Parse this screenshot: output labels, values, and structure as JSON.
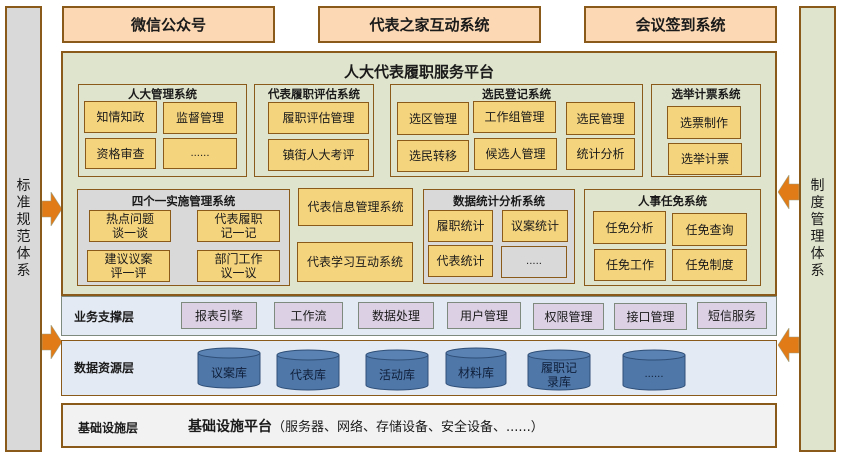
{
  "left_panel": {
    "label": "标准规范体系"
  },
  "right_panel": {
    "label": "制度管理体系"
  },
  "top_channels": [
    {
      "label": "微信公众号"
    },
    {
      "label": "代表之家互动系统"
    },
    {
      "label": "会议签到系统"
    }
  ],
  "platform": {
    "title": "人大代表履职服务平台",
    "systems": {
      "npc_mgmt": {
        "title": "人大管理系统",
        "items": [
          "知情知政",
          "监督管理",
          "资格审查",
          "......"
        ]
      },
      "duty_eval": {
        "title": "代表履职评估系统",
        "items": [
          "履职评估管理",
          "镇街人大考评"
        ]
      },
      "voter_reg": {
        "title": "选民登记系统",
        "items": [
          "选区管理",
          "工作组管理",
          "选民管理",
          "选民转移",
          "候选人管理",
          "统计分析"
        ]
      },
      "vote_count": {
        "title": "选举计票系统",
        "items": [
          "选票制作",
          "选举计票"
        ]
      },
      "four_one": {
        "title": "四个一实施管理系统",
        "items": [
          "热点问题\n谈一谈",
          "代表履职\n记一记",
          "建议议案\n评一评",
          "部门工作\n议一议"
        ]
      },
      "rep_info": {
        "title": "代表信息管理系统"
      },
      "rep_learn": {
        "title": "代表学习互动系统"
      },
      "data_stats": {
        "title": "数据统计分析系统",
        "items": [
          "履职统计",
          "议案统计",
          "代表统计",
          "....."
        ]
      },
      "personnel": {
        "title": "人事任免系统",
        "items": [
          "任免分析",
          "任免查询",
          "任免工作",
          "任免制度"
        ]
      }
    }
  },
  "business_layer": {
    "label": "业务支撑层",
    "services": [
      "报表引擎",
      "工作流",
      "数据处理",
      "用户管理",
      "权限管理",
      "接口管理",
      "短信服务"
    ]
  },
  "data_layer": {
    "label": "数据资源层",
    "databases": [
      "议案库",
      "代表库",
      "活动库",
      "材料库",
      "履职记\n录库",
      "......"
    ]
  },
  "infra_layer": {
    "label": "基础设施层",
    "platform_title": "基础设施平台",
    "platform_detail": "（服务器、网络、存储设备、安全设备、......）"
  },
  "colors": {
    "border": "#8a5a1a",
    "top_box": "#fcd9b4",
    "platform_bg": "#dfe4cc",
    "item": "#f5d47e",
    "service": "#dcd0e4",
    "layer_bg": "#e4eaf3",
    "db_fill": "#4f77a8",
    "arrow": "#e07b17"
  }
}
